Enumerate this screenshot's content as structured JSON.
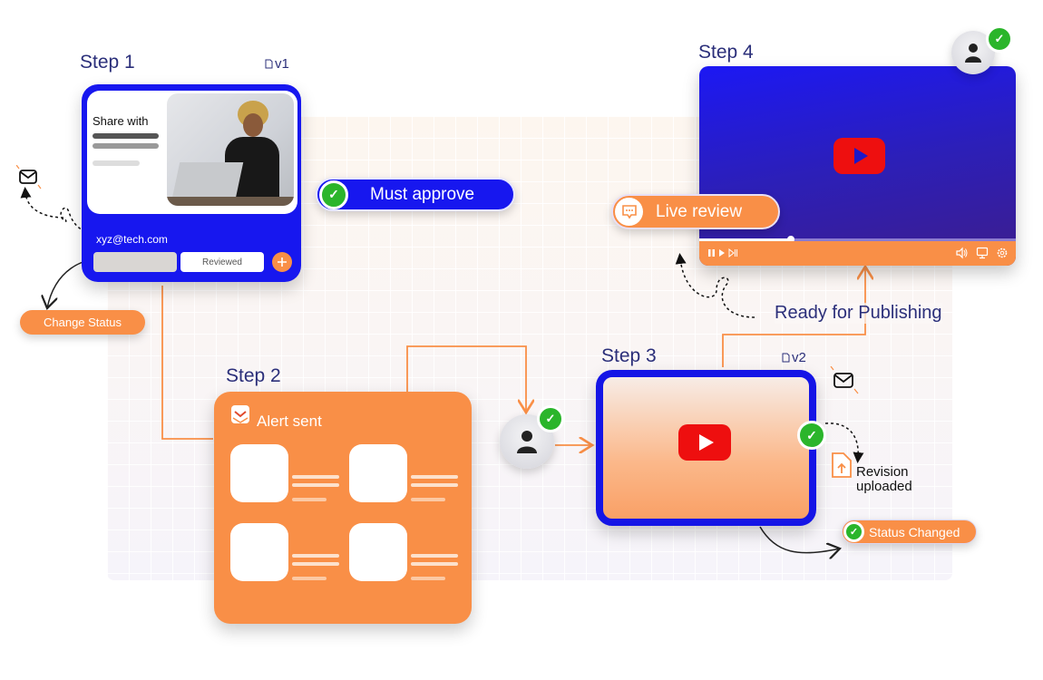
{
  "steps": {
    "step1": {
      "label": "Step 1",
      "version": "v1",
      "share_with": "Share with",
      "email": "xyz@tech.com",
      "reviewed": "Reviewed"
    },
    "step2": {
      "label": "Step 2",
      "alert": "Alert sent"
    },
    "step3": {
      "label": "Step 3",
      "version": "v2"
    },
    "step4": {
      "label": "Step 4"
    }
  },
  "badges": {
    "must_approve": "Must approve",
    "change_status": "Change Status",
    "live_review": "Live review",
    "ready": "Ready for Publishing",
    "revision_line1": "Revision",
    "revision_line2": "uploaded",
    "status_changed": "Status Changed"
  },
  "video": {
    "progress_percent": 29
  },
  "colors": {
    "blue": "#1717ef",
    "orange": "#f98f47",
    "green": "#2bb52b",
    "red": "#ee0f0f",
    "text": "#2b2f7a"
  },
  "icons": [
    "mail-icon",
    "check-icon",
    "user-icon",
    "youtube-play-icon",
    "file-upload-icon",
    "chat-icon",
    "document-icon",
    "plus-icon",
    "volume-icon",
    "monitor-icon",
    "gear-icon"
  ]
}
